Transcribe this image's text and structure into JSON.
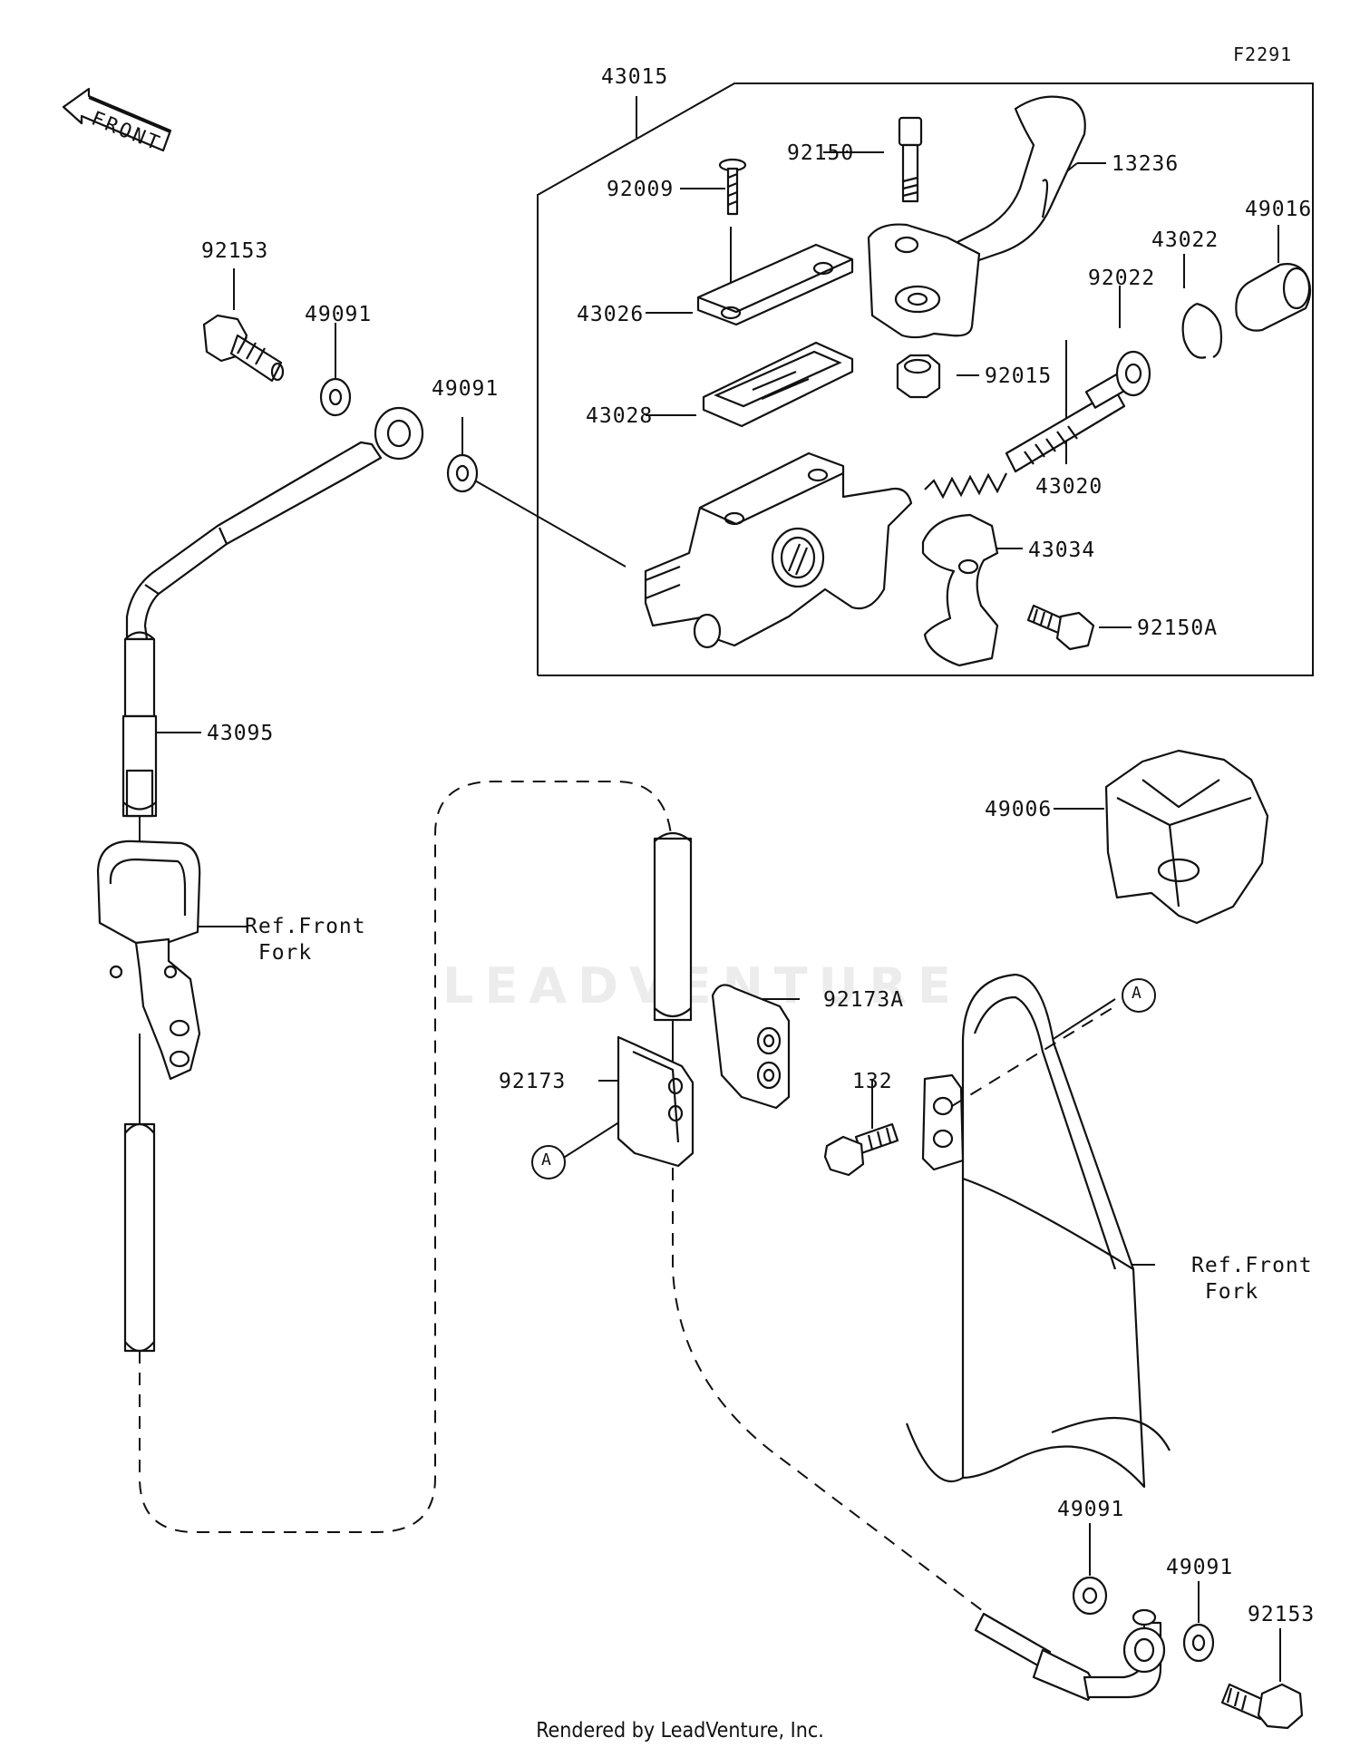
{
  "diagram": {
    "code": "F2291",
    "front_label": "FRONT",
    "footer": "Rendered by LeadVenture, Inc.",
    "watermark": "LEADVENTURE",
    "callout_ref": "A",
    "ref_label": "Ref.Front\n Fork",
    "parts": {
      "p43015": "43015",
      "p92150": "92150",
      "p13236": "13236",
      "p92009": "92009",
      "p49016": "49016",
      "p43022": "43022",
      "p92022": "92022",
      "p43026": "43026",
      "p43028": "43028",
      "p92015": "92015",
      "p43020": "43020",
      "p43034": "43034",
      "p92150A": "92150A",
      "p92153_top": "92153",
      "p49091_top": "49091",
      "p49091_mid": "49091",
      "p43095": "43095",
      "p49006": "49006",
      "p92173A": "92173A",
      "p92173": "92173",
      "p132": "132",
      "p49091_b1": "49091",
      "p49091_b2": "49091",
      "p92153_bot": "92153"
    }
  }
}
